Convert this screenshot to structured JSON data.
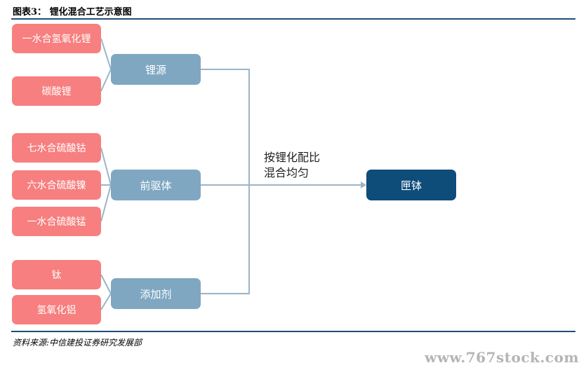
{
  "title": "图表3：  锂化混合工艺示意图",
  "sources": [
    {
      "label": "一水合氢氧化锂"
    },
    {
      "label": "碳酸锂"
    },
    {
      "label": "七水合硫酸钴"
    },
    {
      "label": "六水合硫酸镍"
    },
    {
      "label": "一水合硫酸锰"
    },
    {
      "label": "钛"
    },
    {
      "label": "氢氧化铝"
    }
  ],
  "groups": [
    {
      "label": "锂源"
    },
    {
      "label": "前驱体"
    },
    {
      "label": "添加剂"
    }
  ],
  "process_note": [
    "按锂化配比",
    "混合均匀"
  ],
  "target": {
    "label": "匣钵"
  },
  "source_text": "资料来源:中信建投证券研究发展部",
  "watermark": "www.767stock.com",
  "colors": {
    "source_box": "#f77f7f",
    "group_box": "#7fa7c1",
    "target_box": "#0e4c7a",
    "rule": "#1f4e79",
    "connector": "#9ab5c8"
  }
}
